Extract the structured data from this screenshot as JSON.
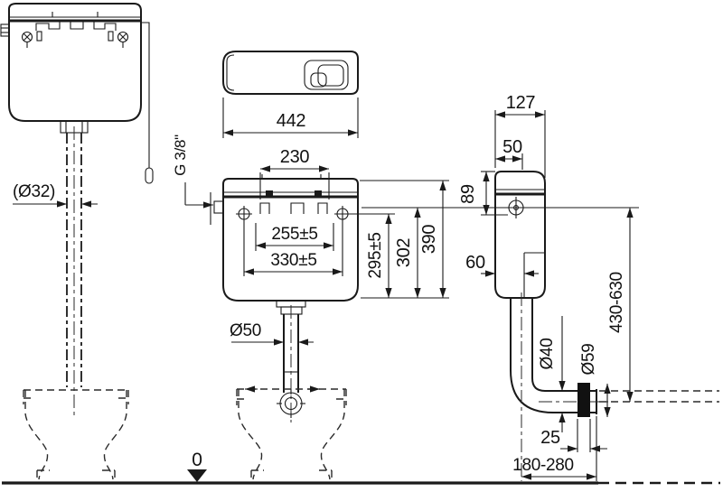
{
  "drawing": {
    "background": "#ffffff",
    "line_color": "#1a1a1a",
    "datum_label": "0",
    "left_view": {
      "flush_pipe_dia": "(Ø32)"
    },
    "front_view": {
      "overall_width": "442",
      "top_hole_spacing": "230",
      "inlet_thread": "G 3/8\"",
      "hole_spacing_inner": "255±5",
      "hole_spacing_outer": "330±5",
      "height_to_holes": "295±5",
      "height_mid": "302",
      "height_overall": "390",
      "outlet_dia": "Ø50"
    },
    "side_view": {
      "depth": "127",
      "button_offset": "50",
      "lid_height": "89",
      "base_depth": "60",
      "pipe_dia": "Ø40",
      "outlet_dia": "Ø59",
      "pipe_length_range": "430-630",
      "bracket_offset": "25",
      "reach_range": "180-280"
    }
  }
}
